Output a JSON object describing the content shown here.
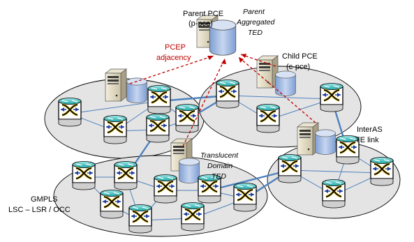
{
  "labels": {
    "parent_pce_line1": "Parent PCE",
    "parent_pce_line2": "(p-pce)",
    "parent_ted_line1": "Parent",
    "parent_ted_line2": "Aggregated",
    "parent_ted_line3": "TED",
    "pcep_line1": "PCEP",
    "pcep_line2": "adjacency",
    "child_pce_line1": "Child PCE",
    "child_pce_line2": "(c-pce)",
    "interas_line1": "InterAS",
    "interas_line2": "TE link",
    "translucent_line1": "Translucent",
    "translucent_line2": "Domain",
    "translucent_line3": "TED",
    "gmpls_line1": "GMPLS",
    "gmpls_line2": "LSC – LSR / OCC"
  },
  "colors": {
    "domain_fill": "#e4e4e4",
    "link": "#4f81bd",
    "inter_domain_link": "#4f81bd",
    "pcep": "#c00000",
    "database": "#a9c0e6",
    "router_teal": "#2bb6b6",
    "router_yellow": "#f1dc4b"
  },
  "icons": {
    "server": "server-icon",
    "database": "database-icon",
    "router": "optical-switch-icon"
  }
}
